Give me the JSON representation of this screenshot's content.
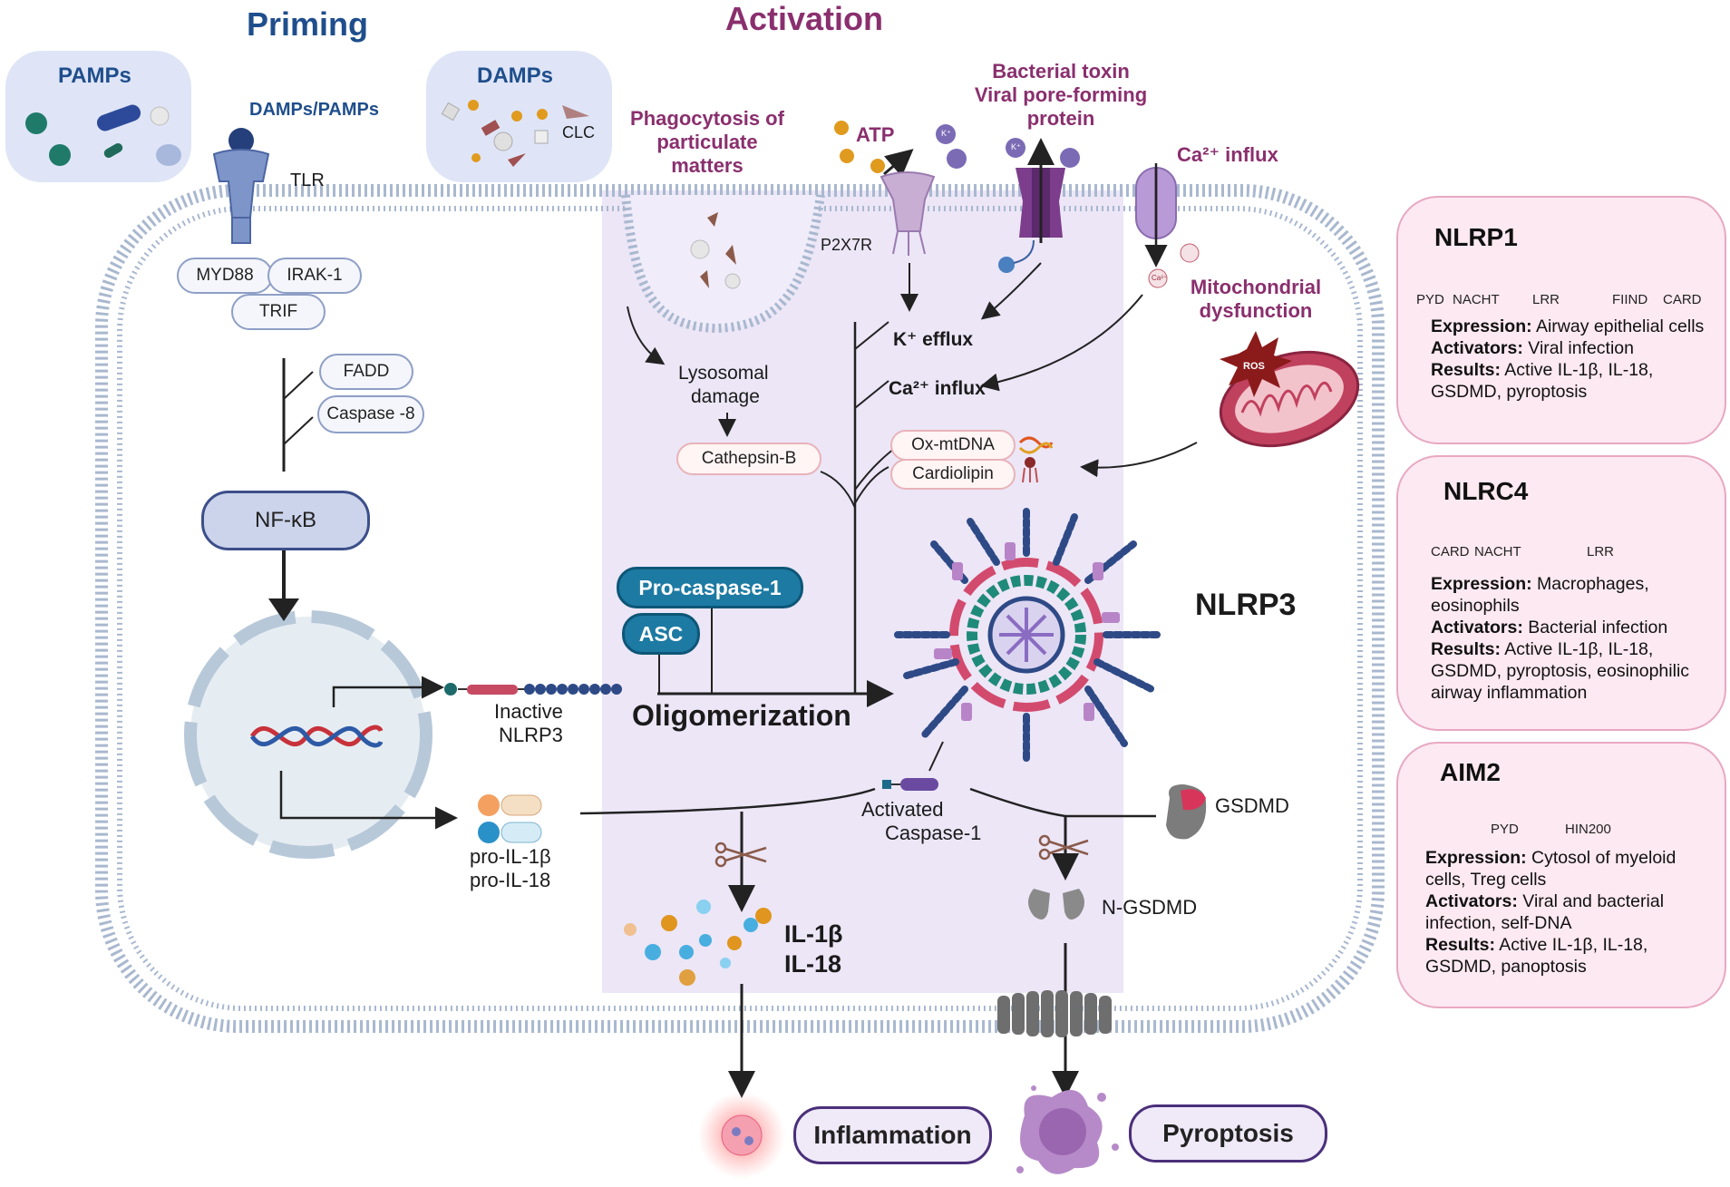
{
  "titles": {
    "priming": "Priming",
    "activation": "Activation"
  },
  "priming": {
    "pamps": "PAMPs",
    "damps": "DAMPs",
    "clc": "CLC",
    "damps_pamps": "DAMPs/PAMPs",
    "tlr": "TLR",
    "myd88": "MYD88",
    "irak1": "IRAK-1",
    "trif": "TRIF",
    "fadd": "FADD",
    "caspase8": "Caspase -8",
    "nfkb": "NF-κB",
    "inactive_nlrp3_1": "Inactive",
    "inactive_nlrp3_2": "NLRP3",
    "pro_il1b": "pro-IL-1β",
    "pro_il18": "pro-IL-18"
  },
  "activation": {
    "phago_1": "Phagocytosis of",
    "phago_2": "particulate",
    "phago_3": "matters",
    "atp": "ATP",
    "toxin_1": "Bacterial toxin",
    "toxin_2": "Viral pore-forming",
    "toxin_3": "protein",
    "ca_influx_top": "Ca²⁺ influx",
    "p2x7r": "P2X7R",
    "k_efflux": "K⁺ efflux",
    "ca_influx": "Ca²⁺ influx",
    "mito_1": "Mitochondrial",
    "mito_2": "dysfunction",
    "ros": "ROS",
    "lyso_1": "Lysosomal",
    "lyso_2": "damage",
    "cathepsin": "Cathepsin-B",
    "oxmtdna": "Ox-mtDNA",
    "cardiolipin": "Cardiolipin",
    "pro_casp1": "Pro-caspase-1",
    "asc": "ASC",
    "oligomerization": "Oligomerization",
    "nlrp3": "NLRP3",
    "act_casp_1": "Activated",
    "act_casp_2": "Caspase-1",
    "gsdmd": "GSDMD",
    "ngsdmd": "N-GSDMD",
    "il1b": "IL-1β",
    "il18": "IL-18",
    "k_ion": "K⁺",
    "ca_ion": "Ca²⁺"
  },
  "outcomes": {
    "inflammation": "Inflammation",
    "pyroptosis": "Pyroptosis"
  },
  "cards": [
    {
      "title": "NLRP1",
      "domains": [
        "PYD",
        "NACHT",
        "LRR",
        "FIIND",
        "CARD"
      ],
      "expression_label": "Expression:",
      "expression": "Airway epithelial cells",
      "activators_label": "Activators:",
      "activators": "Viral infection",
      "results_label": "Results:",
      "results": "Active IL-1β, IL-18, GSDMD, pyroptosis"
    },
    {
      "title": "NLRC4",
      "domains": [
        "CARD",
        "NACHT",
        "LRR"
      ],
      "expression_label": "Expression:",
      "expression": "Macrophages, eosinophils",
      "activators_label": "Activators:",
      "activators": "Bacterial infection",
      "results_label": "Results:",
      "results": "Active IL-1β, IL-18, GSDMD, pyroptosis, eosinophilic airway inflammation"
    },
    {
      "title": "AIM2",
      "domains": [
        "PYD",
        "HIN200"
      ],
      "expression_label": "Expression:",
      "expression": "Cytosol of myeloid cells, Treg cells",
      "activators_label": "Activators:",
      "activators": "Viral and bacterial infection, self-DNA",
      "results_label": "Results:",
      "results": "Active IL-1β, IL-18, GSDMD, panoptosis"
    }
  ],
  "colors": {
    "priming_title": "#1f4e8c",
    "activation_title": "#8a2f6e",
    "activation_bg": "#ece6f7",
    "membrane": "#9fb0c9",
    "card_bg": "#fde9f1",
    "card_border": "#e8a8c2",
    "teal": "#1d7aa3",
    "outcome_border": "#4a2f7a"
  }
}
